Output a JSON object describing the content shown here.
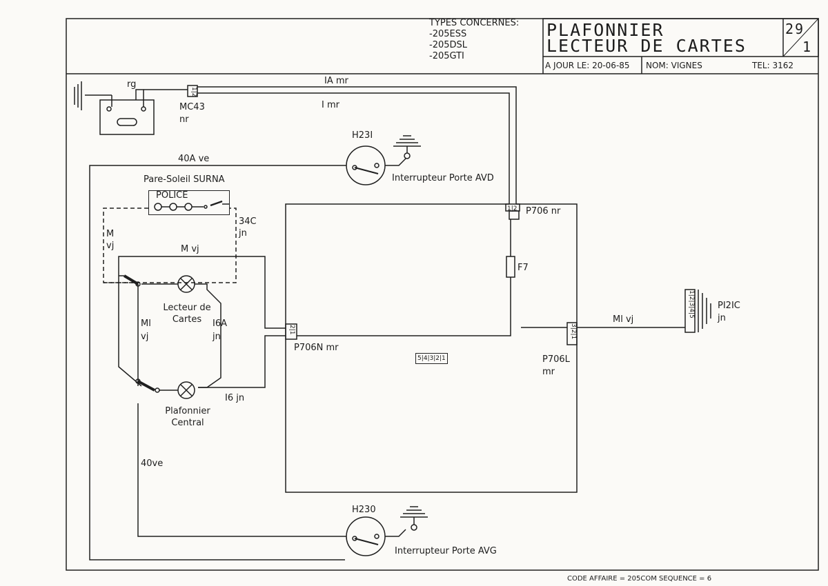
{
  "header": {
    "types_title": "TYPES CONCERNES:",
    "types": [
      "-205ESS",
      "-205DSL",
      "-205GTI"
    ],
    "title_line1": "PLAFONNIER",
    "title_line2": "LECTEUR DE CARTES",
    "sheet_number": "29",
    "sheet_index": "1",
    "date_label": "A JOUR LE: 20-06-85",
    "name_label": "NOM: VIGNES",
    "tel_label": "TEL: 3162"
  },
  "wires": {
    "w_1a_mr": "IA mr",
    "w_1_mr": "I mr",
    "w_rg": "rg",
    "w_40a_ve": "40A ve",
    "w_m_vj_top": "M vj",
    "w_m_left": "M",
    "w_vj_left": "vj",
    "w_34c": "34C",
    "w_34c_jn": "jn",
    "w_ml": "Ml",
    "w_ml_vj": "vj",
    "w_16a": "I6A",
    "w_16a_jn": "jn",
    "w_16_jn": "I6 jn",
    "w_40ve": "40ve",
    "w_ml_vj_right": "Ml vj"
  },
  "components": {
    "mc43": "MC43",
    "mc43_color": "nr",
    "mc43_pins": "1|2",
    "h231": "H23I",
    "h230": "H230",
    "switch_avd": "Interrupteur Porte AVD",
    "switch_avg": "Interrupteur Porte AVG",
    "pare_soleil": "Pare-Soleil SURNA",
    "police": "POLICE",
    "lecteur_line1": "Lecteur de",
    "lecteur_line2": "Cartes",
    "plafonnier_line1": "Plafonnier",
    "plafonnier_line2": "Central",
    "p706": "P706 nr",
    "p706_pins": "1|2",
    "f7": "F7",
    "p706n": "P706N mr",
    "p706n_pins": "2|1",
    "p706l": "P706L",
    "p706l_color": "mr",
    "p706l_pins": "3|2|1",
    "p121c": "PI2IC",
    "p121c_color": "jn",
    "p121c_pins": "1|2|3|4|5",
    "fuse_strip": "5|4|3|2|1"
  },
  "footer": {
    "code": "CODE AFFAIRE = 205COM SEQUENCE = 6"
  }
}
